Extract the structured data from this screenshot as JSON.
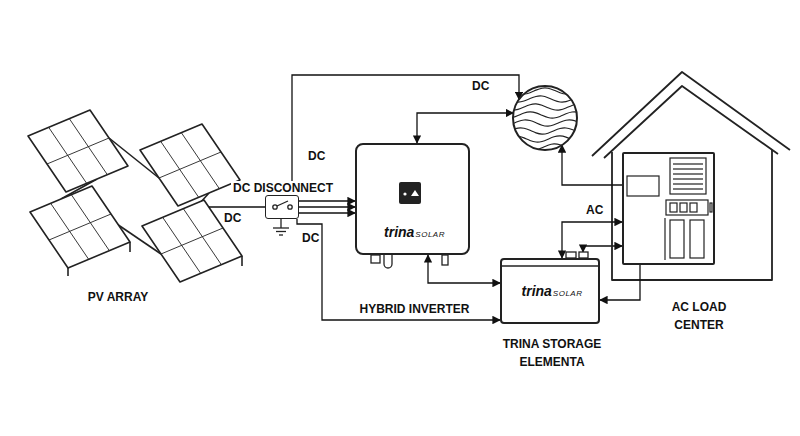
{
  "diagram": {
    "nodes": [
      {
        "text": [
          "PV ARRAY"
        ]
      },
      {
        "text": [
          "DC DISCONNECT"
        ]
      },
      {
        "text": [
          "trina",
          "SOLAR",
          "HYBRID INVERTER"
        ]
      },
      {
        "text": []
      },
      {
        "text": [
          "AC LOAD CENTER"
        ]
      },
      {
        "text": [
          "trina",
          "SOLAR",
          "TRINA STORAGE ELEMENTA"
        ]
      }
    ],
    "edges": [
      {
        "from": 0,
        "to": 1,
        "arrow": "none",
        "label": "DC"
      },
      {
        "from": 1,
        "to": 2,
        "arrow": "to"
      },
      {
        "from": 1,
        "to": 3,
        "arrow": "to",
        "label": "DC"
      },
      {
        "from": 1,
        "to": 5,
        "arrow": "to",
        "label": "DC"
      },
      {
        "from": 2,
        "to": 3,
        "arrow": "both"
      },
      {
        "from": 2,
        "to": 5,
        "arrow": "both"
      },
      {
        "from": 4,
        "to": 3,
        "arrow": "to"
      },
      {
        "from": 5,
        "to": 4,
        "arrow": "both",
        "label": "AC"
      },
      {
        "from": 4,
        "to": 5,
        "arrow": "to"
      }
    ],
    "labels": [
      "DC"
    ]
  }
}
